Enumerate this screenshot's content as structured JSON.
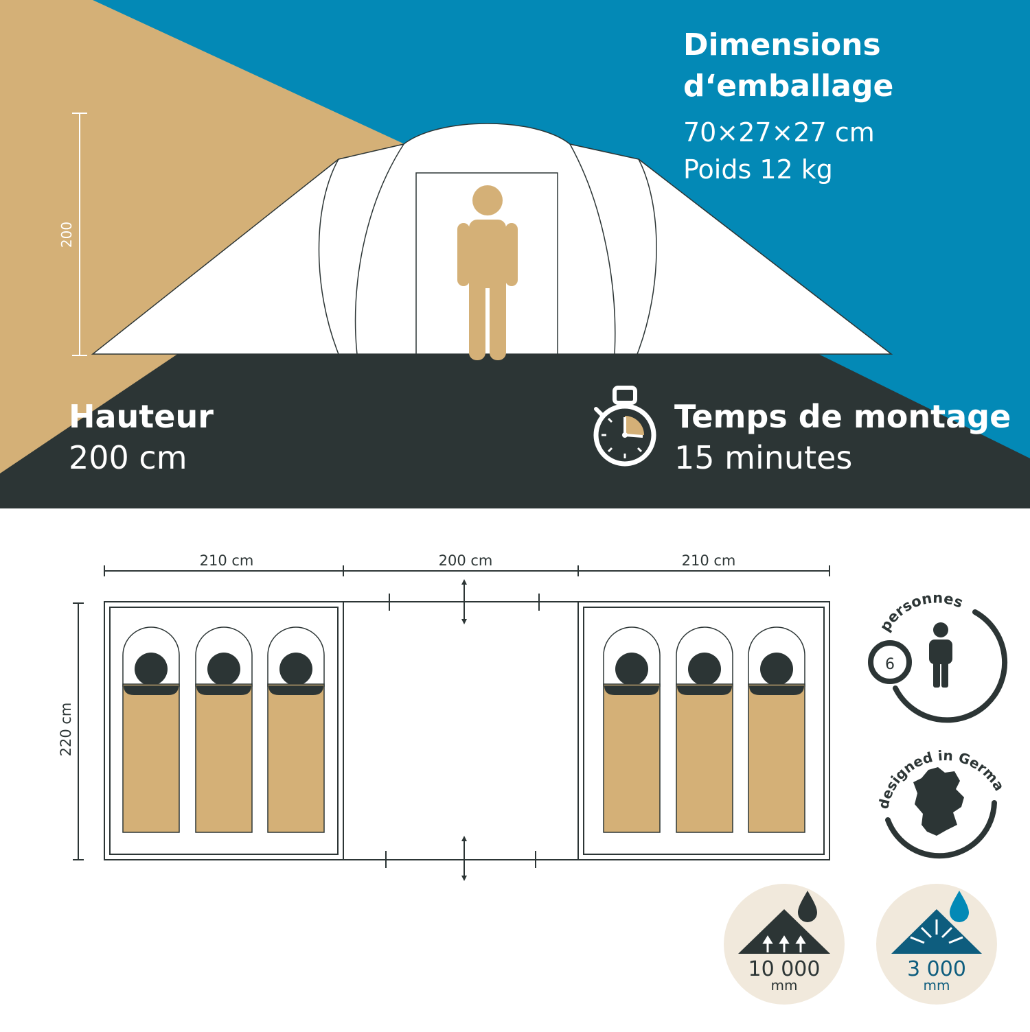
{
  "colors": {
    "blue": "#0389b6",
    "sand": "#d4b077",
    "dark": "#2c3535",
    "white": "#ffffff",
    "cream": "#f1e9dc",
    "teal_text": "#0e5d7e"
  },
  "packing": {
    "title_line1": "Dimensions",
    "title_line2": "d‘emballage",
    "size": "70×27×27 cm",
    "weight": "Poids 12 kg"
  },
  "height": {
    "title": "Hauteur",
    "value": "200 cm",
    "scale_label": "200"
  },
  "setup": {
    "title": "Temps de montage",
    "value": "15 minutes",
    "icon": "stopwatch-icon"
  },
  "floorplan": {
    "width_left": "210 cm",
    "width_center": "200 cm",
    "width_right": "210 cm",
    "depth": "220 cm",
    "sleeping_bags_per_cabin": 3
  },
  "badges": {
    "persons_label": "personnes",
    "persons_count": "6",
    "designed_label": "designed in Germany",
    "waterproof_outer_value": "10 000",
    "waterproof_outer_unit": "mm",
    "waterproof_floor_value": "3 000",
    "waterproof_floor_unit": "mm"
  }
}
